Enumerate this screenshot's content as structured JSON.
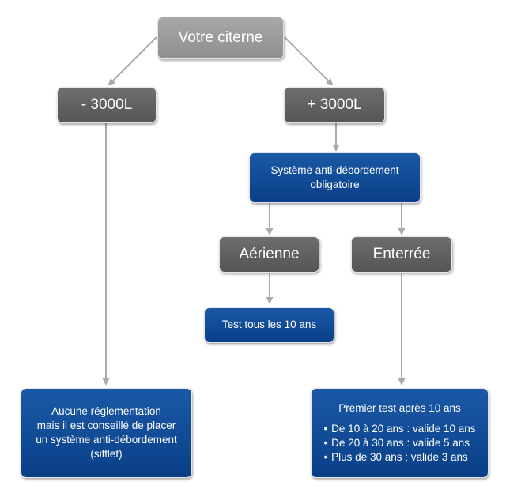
{
  "root": {
    "label": "Votre citerne"
  },
  "small": {
    "label": "- 3000L"
  },
  "large": {
    "label": "+ 3000L"
  },
  "system": {
    "line1": "Système anti-débordement",
    "line2": "obligatoire"
  },
  "aerienne": {
    "label": "Aérienne"
  },
  "enterree": {
    "label": "Enterrée"
  },
  "test_aerienne": {
    "label": "Test tous les 10 ans"
  },
  "small_note": {
    "lines": [
      "Aucune réglementation",
      "mais il est conseillé de placer",
      "un système anti-débordement",
      "(sifflet)"
    ]
  },
  "enterree_note": {
    "title": "Premier test après 10 ans",
    "items": [
      "De 10 à 20 ans : valide 10 ans",
      "De 20 à 30 ans : valide 5 ans",
      "Plus de 30 ans : valide 3 ans"
    ]
  },
  "colors": {
    "dark_node": "#5f5f5f",
    "light_node": "#9b9b9b",
    "blue_node": "#0f4a96",
    "arrow": "#aaaaaa"
  }
}
